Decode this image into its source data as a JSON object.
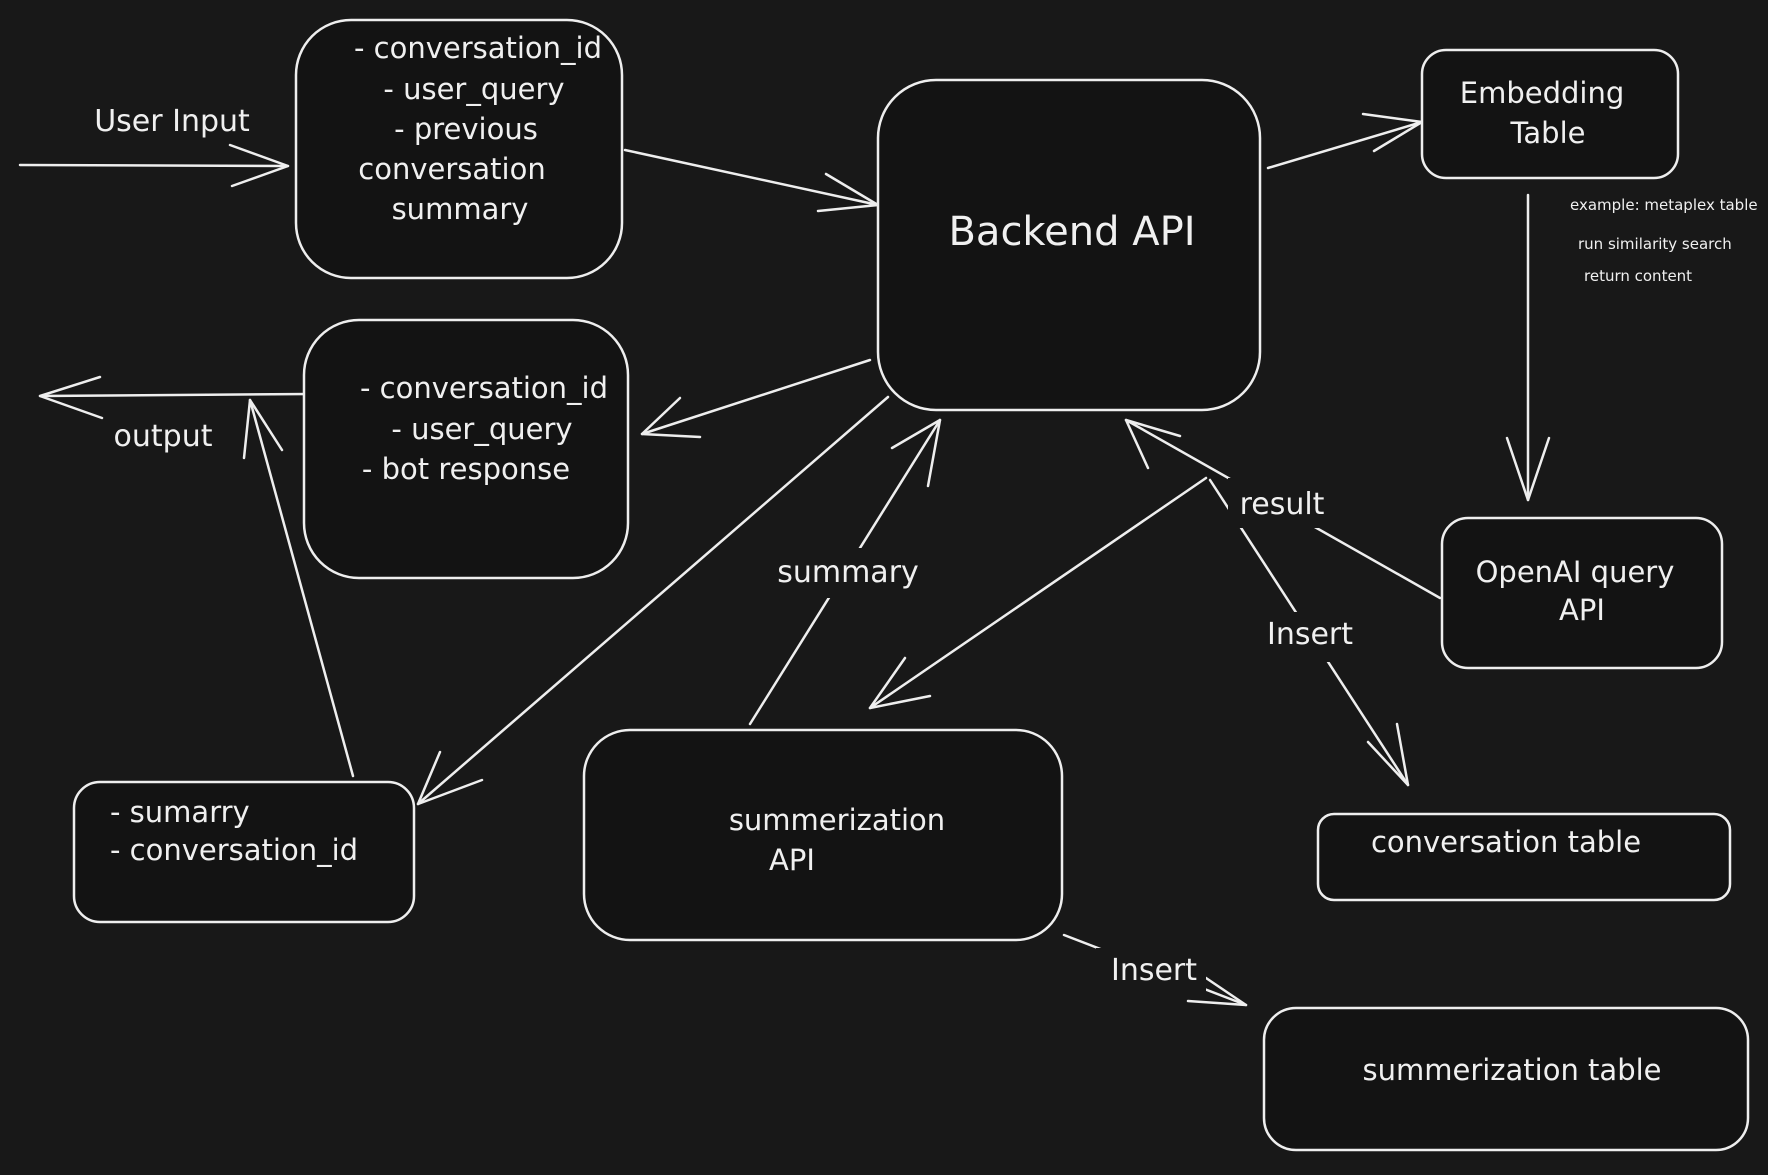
{
  "nodes": {
    "input_payload": {
      "lines": [
        "- conversation_id",
        "- user_query",
        "- previous",
        "conversation",
        "summary"
      ]
    },
    "backend_api": {
      "lines": [
        "Backend API"
      ]
    },
    "embedding_table": {
      "lines": [
        "Embedding",
        "Table"
      ]
    },
    "output_payload": {
      "lines": [
        "- conversation_id",
        "- user_query",
        "- bot response"
      ]
    },
    "openai_query_api": {
      "lines": [
        "OpenAI query",
        "API"
      ]
    },
    "summary_payload": {
      "lines": [
        "- sumarry",
        "- conversation_id"
      ]
    },
    "summarization_api": {
      "lines": [
        "summerization",
        "API"
      ]
    },
    "conversation_table": {
      "lines": [
        "conversation table"
      ]
    },
    "summarization_table": {
      "lines": [
        "summerization table"
      ]
    }
  },
  "edge_labels": {
    "user_input": "User Input",
    "output": "output",
    "summary": "summary",
    "result": "result",
    "insert_conversation": "Insert",
    "insert_summarization": "Insert"
  },
  "embedding_notes": [
    "example: metaplex table",
    "run similarity search",
    "return content"
  ]
}
